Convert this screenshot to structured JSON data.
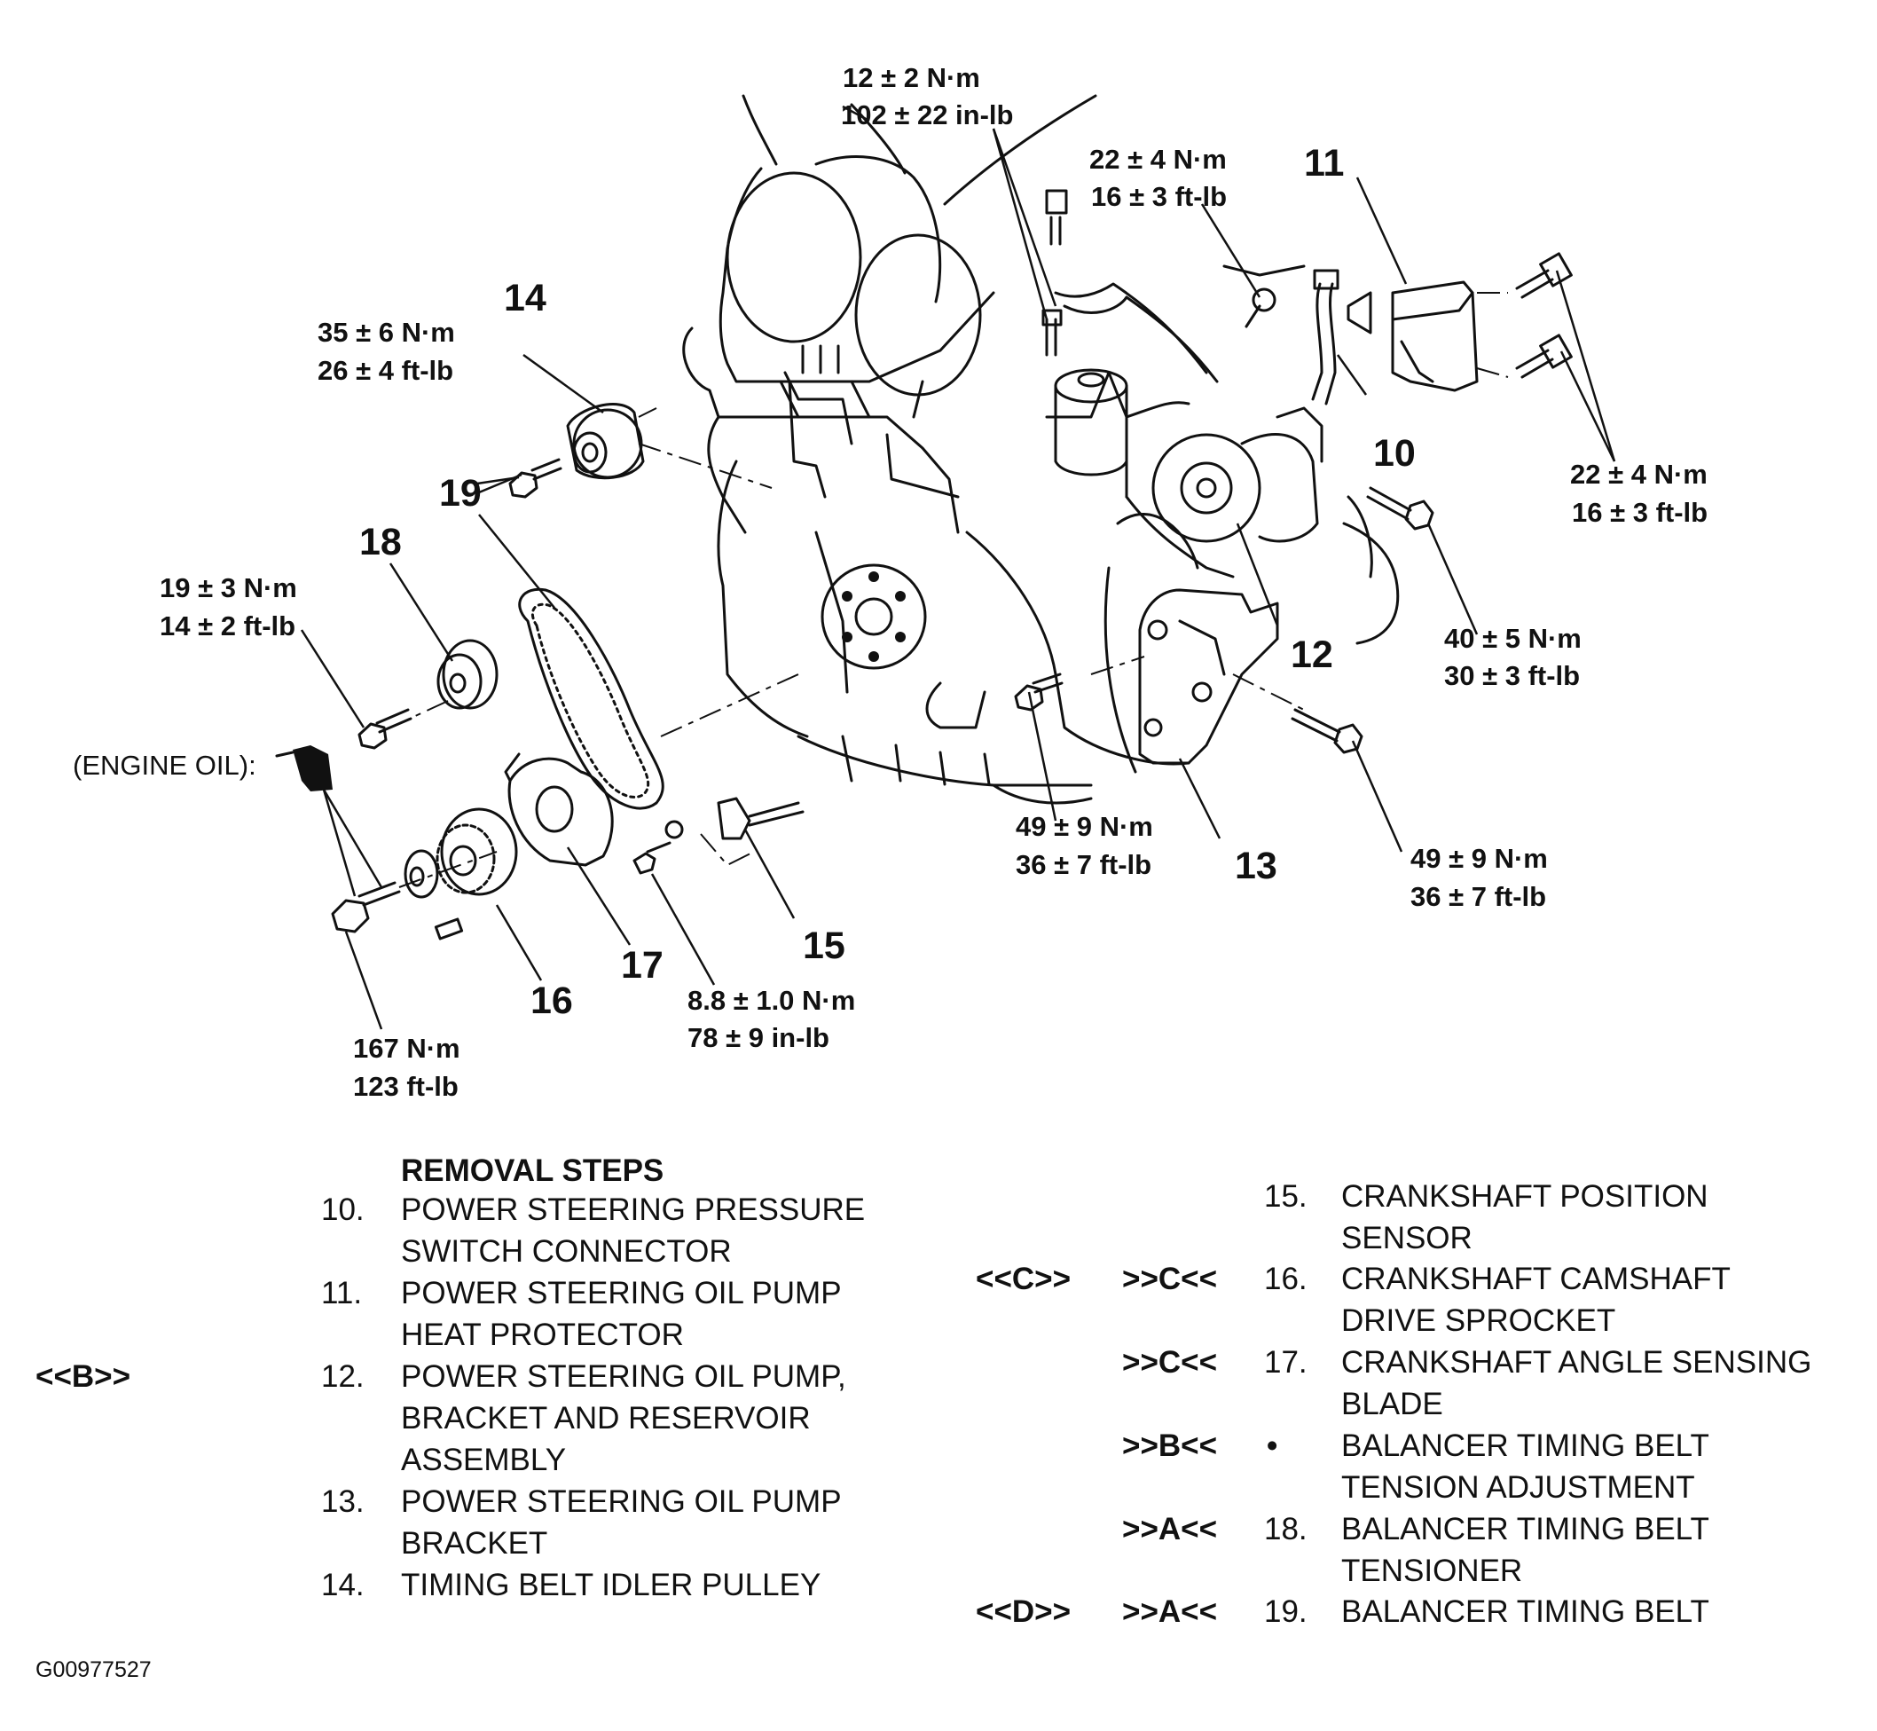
{
  "torque_labels": [
    {
      "id": "t1",
      "lines": [
        "12 ± 2 N·m",
        "102 ± 22 in-lb"
      ]
    },
    {
      "id": "t2",
      "lines": [
        "22 ± 4 N·m",
        "16 ± 3 ft-lb"
      ]
    },
    {
      "id": "t3",
      "lines": [
        "35 ± 6 N·m",
        "26 ± 4 ft-lb"
      ]
    },
    {
      "id": "t4",
      "lines": [
        "22 ± 4 N·m",
        "16 ± 3 ft-lb"
      ]
    },
    {
      "id": "t5",
      "lines": [
        "19 ± 3 N·m",
        "14 ± 2 ft-lb"
      ]
    },
    {
      "id": "t6",
      "lines": [
        "40 ± 5 N·m",
        "30 ± 3 ft-lb"
      ]
    },
    {
      "id": "t7",
      "lines": [
        "49 ± 9 N·m",
        "36 ± 7 ft-lb"
      ]
    },
    {
      "id": "t8",
      "lines": [
        "49 ± 9 N·m",
        "36 ± 7 ft-lb"
      ]
    },
    {
      "id": "t9",
      "lines": [
        "8.8 ± 1.0 N·m",
        "78 ± 9 in-lb"
      ]
    },
    {
      "id": "t10",
      "lines": [
        "167 N·m",
        "123 ft-lb"
      ]
    }
  ],
  "callouts": [
    "10",
    "11",
    "12",
    "13",
    "14",
    "15",
    "16",
    "17",
    "18",
    "19"
  ],
  "engine_oil_label": "(ENGINE OIL):",
  "removal_heading": "REMOVAL STEPS",
  "steps_left": [
    {
      "codes": [
        "",
        ""
      ],
      "num": "10.",
      "lines": [
        "POWER STEERING PRESSURE",
        "SWITCH CONNECTOR"
      ]
    },
    {
      "codes": [
        "",
        ""
      ],
      "num": "11.",
      "lines": [
        "POWER STEERING OIL PUMP",
        "HEAT PROTECTOR"
      ]
    },
    {
      "codes": [
        "<<B>>",
        ""
      ],
      "num": "12.",
      "lines": [
        "POWER STEERING OIL PUMP,",
        "BRACKET AND RESERVOIR",
        "ASSEMBLY"
      ]
    },
    {
      "codes": [
        "",
        ""
      ],
      "num": "13.",
      "lines": [
        "POWER STEERING OIL PUMP",
        "BRACKET"
      ]
    },
    {
      "codes": [
        "",
        ""
      ],
      "num": "14.",
      "lines": [
        "TIMING BELT IDLER PULLEY"
      ]
    }
  ],
  "steps_right": [
    {
      "codes": [
        "",
        ""
      ],
      "num": "15.",
      "lines": [
        "CRANKSHAFT POSITION",
        "SENSOR"
      ]
    },
    {
      "codes": [
        "<<C>>",
        ">>C<<"
      ],
      "num": "16.",
      "lines": [
        "CRANKSHAFT CAMSHAFT",
        "DRIVE SPROCKET"
      ]
    },
    {
      "codes": [
        "",
        ">>C<<"
      ],
      "num": "17.",
      "lines": [
        "CRANKSHAFT ANGLE SENSING",
        "BLADE"
      ]
    },
    {
      "codes": [
        "",
        ">>B<<"
      ],
      "num": "•",
      "lines": [
        "BALANCER TIMING BELT",
        "TENSION ADJUSTMENT"
      ]
    },
    {
      "codes": [
        "",
        ">>A<<"
      ],
      "num": "18.",
      "lines": [
        "BALANCER TIMING BELT",
        "TENSIONER"
      ]
    },
    {
      "codes": [
        "<<D>>",
        ">>A<<"
      ],
      "num": "19.",
      "lines": [
        "BALANCER TIMING BELT"
      ]
    }
  ],
  "figure_id": "G00977527"
}
